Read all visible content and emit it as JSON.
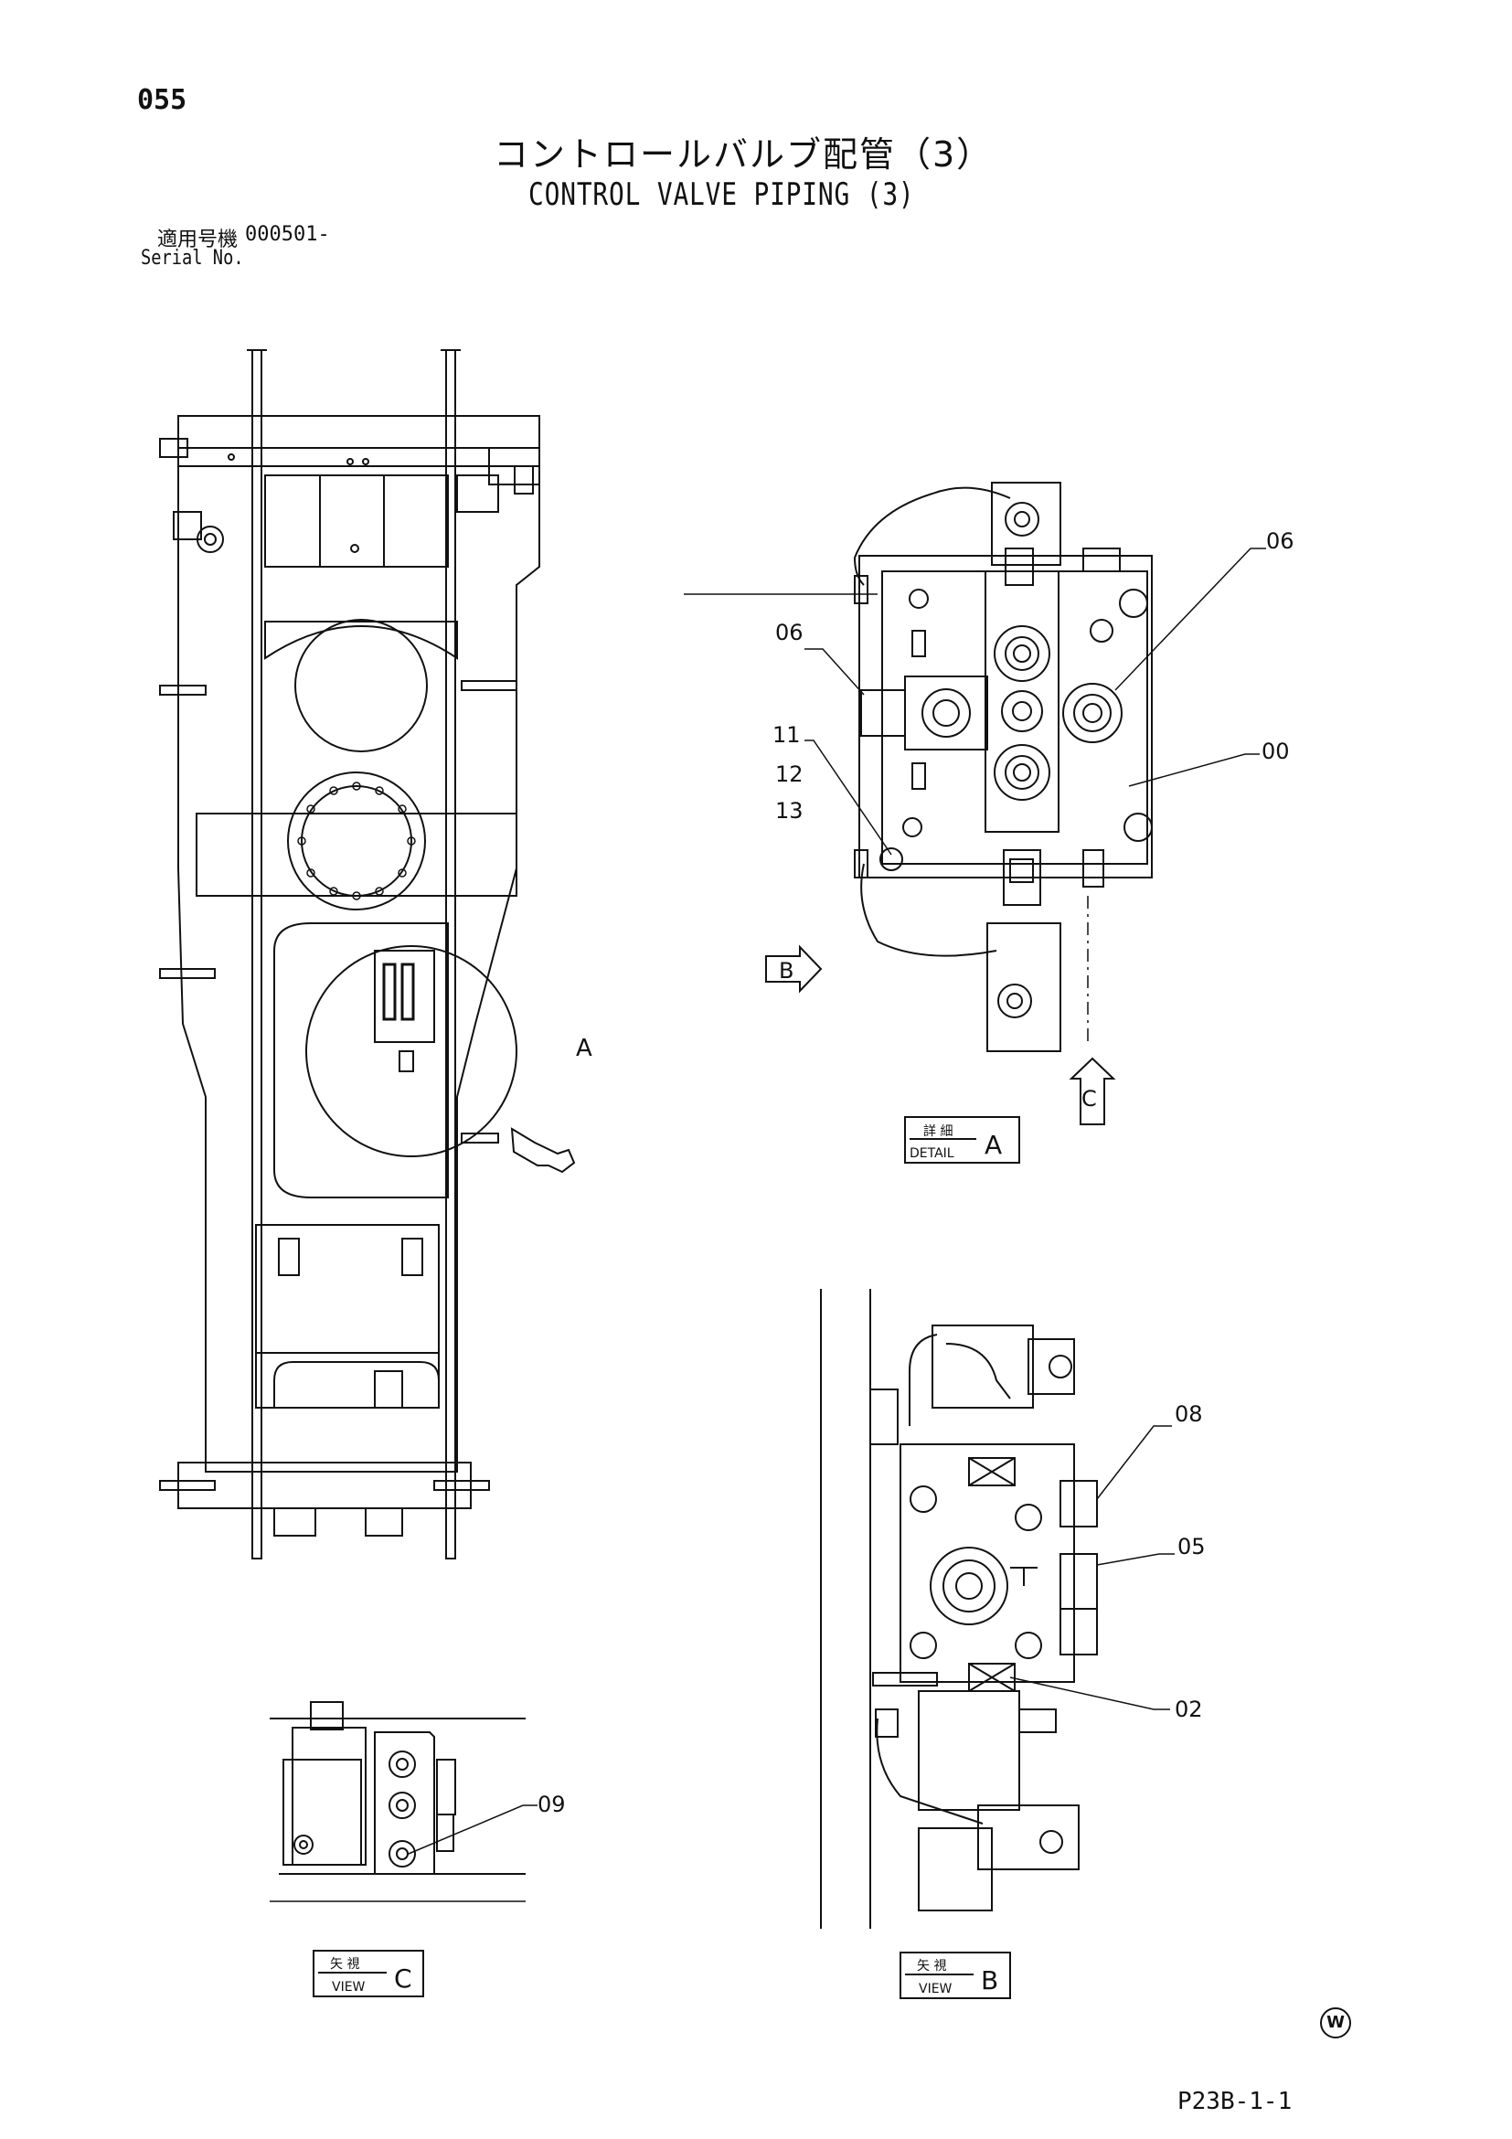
{
  "header": {
    "page_number": "055",
    "title_jp": "コントロールバルブ配管（3）",
    "title_en": "CONTROL VALVE PIPING (3)",
    "serial_label_jp": "適用号機",
    "serial_value": "000501-",
    "serial_label_en": "Serial No."
  },
  "callouts": {
    "a_pointer": "A",
    "b_arrow": "B",
    "c_arrow": "C",
    "detail_a": {
      "jp": "詳 細",
      "en": "DETAIL",
      "letter": "A"
    },
    "view_b": {
      "jp": "矢 視",
      "en": "VIEW",
      "letter": "B"
    },
    "view_c": {
      "jp": "矢 視",
      "en": "VIEW",
      "letter": "C"
    }
  },
  "part_labels": {
    "p06_right": "06",
    "p06_left": "06",
    "p00": "00",
    "p11": "11",
    "p12": "12",
    "p13": "13",
    "p08": "08",
    "p05": "05",
    "p02": "02",
    "p09": "09"
  },
  "footer": {
    "drawing_code": "P23B-1-1",
    "badge": "W"
  }
}
